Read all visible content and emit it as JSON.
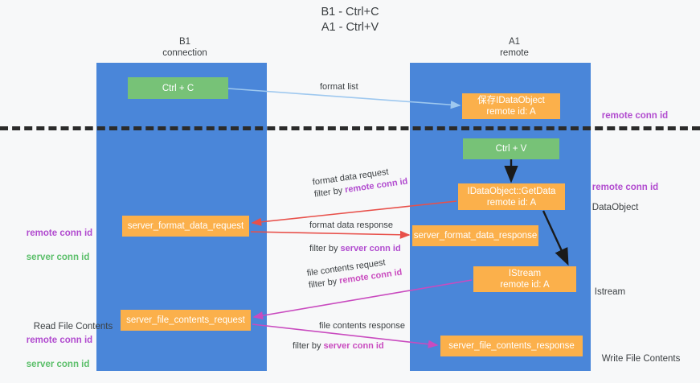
{
  "title": "B1 - Ctrl+C\nA1 - Ctrl+V",
  "columns": {
    "left": "B1\nconnection",
    "right": "A1\nremote"
  },
  "colors": {
    "lane": "#4a86d9",
    "green_node": "#77c277",
    "orange_node": "#fbb04b",
    "purple_label": "#b14bcf",
    "green_label": "#5bbf6a",
    "separator": "#2b2b2b",
    "arrow_blue": "#9ec8ef",
    "arrow_red": "#e8504a",
    "arrow_magenta": "#c94bbf",
    "arrow_black": "#1a1a1a"
  },
  "nodes": {
    "ctrl_c": {
      "line1": "Ctrl + C",
      "line2": ""
    },
    "idataobject_saved": {
      "line1": "保存IDataObject",
      "line2": "remote id: A"
    },
    "ctrl_v": {
      "line1": "Ctrl + V",
      "line2": ""
    },
    "getdata": {
      "line1": "IDataObject::GetData",
      "line2": "remote id: A"
    },
    "server_format_data_request": {
      "line1": "server_format_data_request",
      "line2": ""
    },
    "server_format_data_response": {
      "line1": "server_format_data_response",
      "line2": ""
    },
    "istream": {
      "line1": "IStream",
      "line2": "remote id: A"
    },
    "server_file_contents_request": {
      "line1": "server_file_contents_request",
      "line2": ""
    },
    "server_file_contents_response": {
      "line1": "server_file_contents_response",
      "line2": ""
    }
  },
  "right_notes": {
    "n1": "remote conn id",
    "n2": "remote conn id",
    "n3": "DataObject",
    "n4": "Istream",
    "n5": "Write File Contents"
  },
  "left_notes": {
    "remote_conn_id": "remote conn id",
    "server_conn_id": "server conn id",
    "read_file_contents": "Read File Contents",
    "remote_conn_id_2": "remote conn id",
    "server_conn_id_2": "server conn id"
  },
  "edge_labels": {
    "format_list": "format list",
    "format_data_request": "format data request",
    "format_data_request_filter_prefix": "filter by ",
    "format_data_request_filter_key": "remote conn id",
    "format_data_response": "format data response",
    "format_data_response_filter_prefix": "filter by ",
    "format_data_response_filter_key": "server conn id",
    "file_contents_request": "file contents request",
    "file_contents_request_filter_prefix": "filter by ",
    "file_contents_request_filter_key": "remote conn id",
    "file_contents_response": "file contents response",
    "file_contents_response_filter_prefix": "filter by ",
    "file_contents_response_filter_key": "server conn id"
  }
}
